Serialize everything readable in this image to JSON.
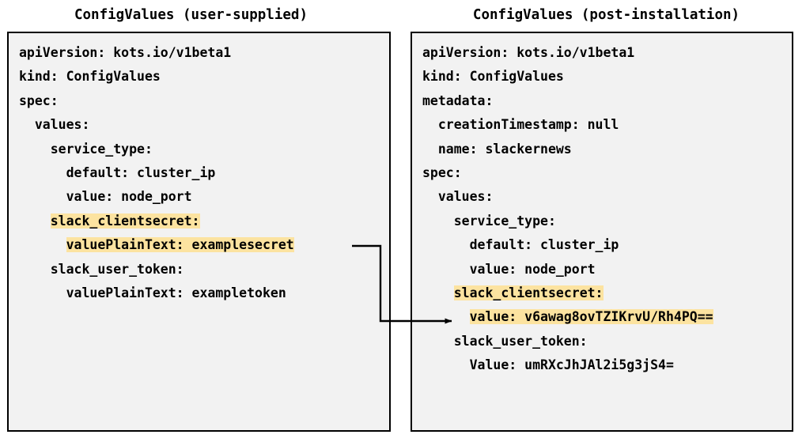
{
  "panels": [
    {
      "id": "user-supplied",
      "title": "ConfigValues (user-supplied)",
      "lines": [
        {
          "text": "apiVersion: kots.io/v1beta1",
          "highlight": false
        },
        {
          "text": "kind: ConfigValues",
          "highlight": false
        },
        {
          "text": "spec:",
          "highlight": false
        },
        {
          "text": "  values:",
          "highlight": false
        },
        {
          "text": "    service_type:",
          "highlight": false
        },
        {
          "text": "      default: cluster_ip",
          "highlight": false
        },
        {
          "text": "      value: node_port",
          "highlight": false
        },
        {
          "text": "    slack_clientsecret:",
          "highlight": true,
          "indent": "    ",
          "body": "slack_clientsecret:"
        },
        {
          "text": "      valuePlainText: examplesecret",
          "highlight": true,
          "indent": "      ",
          "body": "valuePlainText: examplesecret"
        },
        {
          "text": "    slack_user_token:",
          "highlight": false
        },
        {
          "text": "      valuePlainText: exampletoken",
          "highlight": false
        }
      ]
    },
    {
      "id": "post-installation",
      "title": "ConfigValues (post-installation)",
      "lines": [
        {
          "text": "apiVersion: kots.io/v1beta1",
          "highlight": false
        },
        {
          "text": "kind: ConfigValues",
          "highlight": false
        },
        {
          "text": "metadata:",
          "highlight": false
        },
        {
          "text": "  creationTimestamp: null",
          "highlight": false
        },
        {
          "text": "  name: slackernews",
          "highlight": false
        },
        {
          "text": "spec:",
          "highlight": false
        },
        {
          "text": "  values:",
          "highlight": false
        },
        {
          "text": "    service_type:",
          "highlight": false
        },
        {
          "text": "      default: cluster_ip",
          "highlight": false
        },
        {
          "text": "      value: node_port",
          "highlight": false
        },
        {
          "text": "    slack_clientsecret:",
          "highlight": true,
          "indent": "    ",
          "body": "slack_clientsecret:"
        },
        {
          "text": "      value: v6awag8ovTZIKrvU/Rh4PQ==",
          "highlight": true,
          "indent": "      ",
          "body": "value: v6awag8ovTZIKrvU/Rh4PQ=="
        },
        {
          "text": "    slack_user_token:",
          "highlight": false
        },
        {
          "text": "      Value: umRXcJhJAl2i5g3jS4=",
          "highlight": false
        }
      ]
    }
  ],
  "connector": {
    "label": "",
    "from_line": "valuePlainText: examplesecret",
    "to_line": "value: v6awag8ovTZIKrvU/Rh4PQ=="
  },
  "colors": {
    "highlight": "#fce3a0",
    "box_fill": "#f2f2f2",
    "box_border": "#000000",
    "text": "#000000",
    "page_background": "#ffffff",
    "connector": "#000000"
  }
}
